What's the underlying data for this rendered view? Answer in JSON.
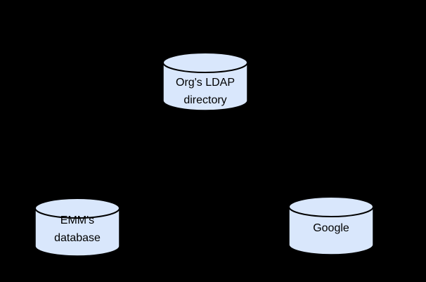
{
  "canvas": {
    "background": "#000000"
  },
  "colors": {
    "node_fill": "#d9e7fc",
    "node_stroke": "#000000",
    "label_color": "#000000"
  },
  "nodes": {
    "ldap": {
      "line1": "Org's LDAP",
      "line2": "directory"
    },
    "emm": {
      "line1": "EMM's",
      "line2": "database"
    },
    "google": {
      "line1": "Google"
    }
  }
}
